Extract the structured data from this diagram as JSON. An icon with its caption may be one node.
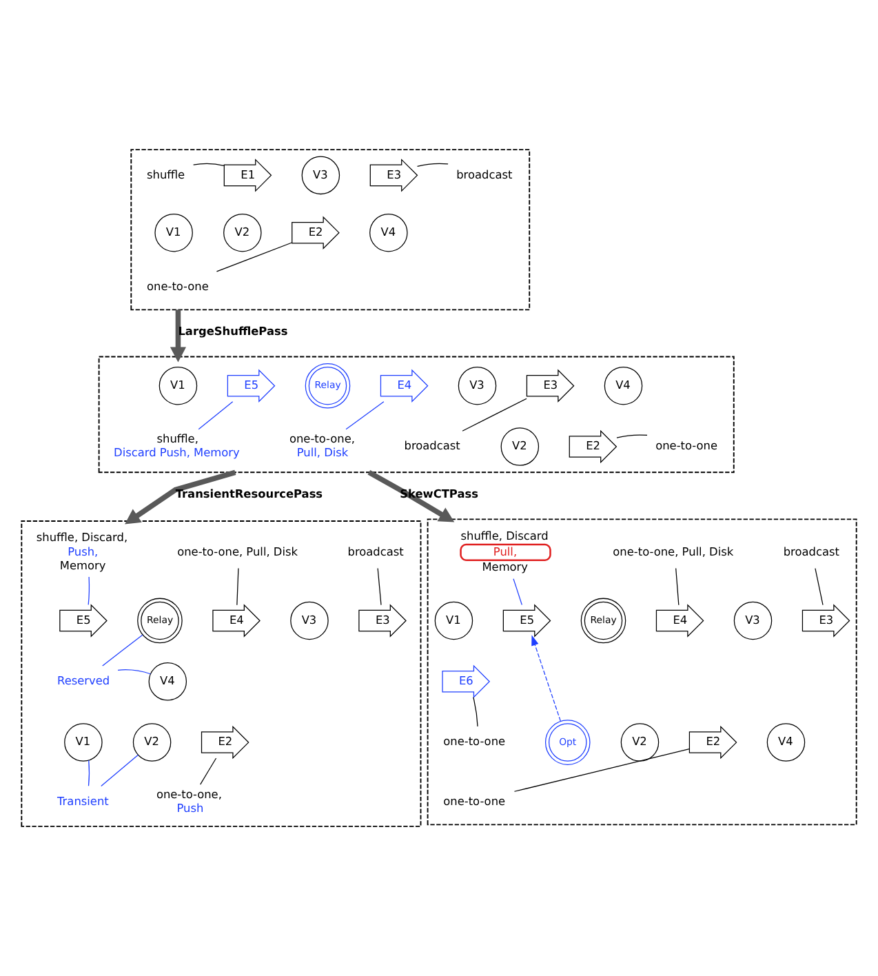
{
  "diagram": {
    "nodes": [
      {
        "text": [],
        "shape": "box"
      },
      {
        "text": [
          "shuffle"
        ],
        "in": 0
      },
      {
        "text": [
          "V3"
        ],
        "in": 0
      },
      {
        "text": [
          "broadcast"
        ],
        "in": 0
      },
      {
        "text": [
          "E1"
        ],
        "in": 0
      },
      {
        "text": [
          "E3"
        ],
        "in": 0
      },
      {
        "text": [
          "V1"
        ],
        "in": 0
      },
      {
        "text": [
          "V4"
        ],
        "in": 0
      },
      {
        "text": [
          "V2"
        ],
        "in": 0
      },
      {
        "text": [
          "E2"
        ],
        "in": 0
      },
      {
        "text": [
          "one-to-one"
        ],
        "in": 0
      },
      {
        "text": [],
        "shape": "box"
      },
      {
        "text": [
          "V1"
        ],
        "in": 11
      },
      {
        "text": [
          "E5"
        ],
        "in": 11
      },
      {
        "text": [
          "Relay"
        ],
        "in": 11
      },
      {
        "text": [
          "E4"
        ],
        "in": 11
      },
      {
        "text": [
          "V3"
        ],
        "in": 11
      },
      {
        "text": [
          "E3"
        ],
        "in": 11
      },
      {
        "text": [
          "V4"
        ],
        "in": 11
      },
      {
        "text": [
          "broadcast"
        ],
        "in": 11
      },
      {
        "text": [
          "E2"
        ],
        "in": 11
      },
      {
        "text": [
          "V2"
        ],
        "in": 11
      },
      {
        "text": [
          "one-to-one"
        ],
        "in": 11
      },
      {
        "text": [
          "shuffle,",
          "Discard Push, Memory"
        ],
        "in": 11
      },
      {
        "text": [
          "one-to-one,",
          "Pull, Disk"
        ],
        "in": 11
      },
      {
        "text": [],
        "shape": "box"
      },
      {
        "text": [
          "shuffle, Discard,",
          "Push,",
          "Memory"
        ],
        "in": 25
      },
      {
        "text": [
          "one-to-one, Pull, Disk"
        ],
        "in": 25
      },
      {
        "text": [
          "broadcast"
        ],
        "in": 25
      },
      {
        "text": [
          "Relay"
        ],
        "in": 25
      },
      {
        "text": [
          "E4"
        ],
        "in": 25
      },
      {
        "text": [
          "V3"
        ],
        "in": 25
      },
      {
        "text": [
          "E3"
        ],
        "in": 25
      },
      {
        "text": [
          "Reserved"
        ],
        "in": 25
      },
      {
        "text": [
          "E5"
        ],
        "in": 25
      },
      {
        "text": [
          "V4"
        ],
        "in": 25
      },
      {
        "text": [
          "E2"
        ],
        "in": 25
      },
      {
        "text": [
          "V1"
        ],
        "in": 25
      },
      {
        "text": [
          "V2"
        ],
        "in": 25
      },
      {
        "text": [
          "one-to-one,",
          "Push"
        ],
        "in": 25
      },
      {
        "text": [
          "Transient"
        ],
        "in": 25
      },
      {
        "text": [],
        "shape": "box"
      },
      {
        "text": [
          "shuffle, Discard",
          "Pull,",
          "Memory"
        ],
        "in": 41
      },
      {
        "text": [
          "one-to-one, Pull, Disk"
        ],
        "in": 41
      },
      {
        "text": [
          "broadcast"
        ],
        "in": 41
      },
      {
        "text": [
          "V1"
        ],
        "in": 41
      },
      {
        "text": [
          "E5"
        ],
        "in": 41
      },
      {
        "text": [
          "V3"
        ],
        "in": 41
      },
      {
        "text": [
          "E4"
        ],
        "in": 41
      },
      {
        "text": [
          "Relay"
        ],
        "in": 41
      },
      {
        "text": [
          "E6"
        ],
        "in": 41
      },
      {
        "text": [
          "E3"
        ],
        "in": 41
      },
      {
        "text": [
          "Opt"
        ],
        "in": 41
      },
      {
        "text": [
          "V2"
        ],
        "in": 41
      },
      {
        "text": [
          "E2"
        ],
        "in": 41
      },
      {
        "text": [
          "V4"
        ],
        "in": 41
      },
      {
        "text": [
          "one-to-one"
        ],
        "in": 41
      },
      {
        "text": [
          "one-to-one"
        ],
        "in": 41
      }
    ],
    "edges": [
      {
        "from": 1,
        "to": 4,
        "arrow": "none"
      },
      {
        "from": 3,
        "to": 5,
        "arrow": "none"
      },
      {
        "from": 10,
        "to": 9,
        "arrow": "none"
      },
      {
        "from": 0,
        "to": 11,
        "arrow": "to",
        "label": "LargeShufflePass",
        "style": "thick",
        "color": "#595959"
      },
      {
        "from": 23,
        "to": 13,
        "arrow": "none",
        "color": "#1f3fff"
      },
      {
        "from": 24,
        "to": 15,
        "arrow": "none",
        "color": "#1f3fff"
      },
      {
        "from": 19,
        "to": 17,
        "arrow": "none"
      },
      {
        "from": 22,
        "to": 20,
        "arrow": "none"
      },
      {
        "from": 11,
        "to": 25,
        "arrow": "to",
        "label": "TransientResourcePass",
        "style": "thick",
        "color": "#595959"
      },
      {
        "from": 11,
        "to": 41,
        "arrow": "to",
        "label": "SkewCTPass",
        "style": "thick",
        "color": "#595959"
      },
      {
        "from": 26,
        "to": 34,
        "arrow": "none",
        "color": "#1f3fff"
      },
      {
        "from": 27,
        "to": 30,
        "arrow": "none"
      },
      {
        "from": 28,
        "to": 32,
        "arrow": "none"
      },
      {
        "from": 33,
        "to": 29,
        "arrow": "none",
        "color": "#1f3fff"
      },
      {
        "from": 33,
        "to": 35,
        "arrow": "none",
        "color": "#1f3fff"
      },
      {
        "from": 40,
        "to": 37,
        "arrow": "none",
        "color": "#1f3fff"
      },
      {
        "from": 40,
        "to": 38,
        "arrow": "none",
        "color": "#1f3fff"
      },
      {
        "from": 39,
        "to": 36,
        "arrow": "none"
      },
      {
        "from": 42,
        "to": 46,
        "arrow": "none",
        "color": "#1f3fff"
      },
      {
        "from": 43,
        "to": 48,
        "arrow": "none"
      },
      {
        "from": 44,
        "to": 51,
        "arrow": "none"
      },
      {
        "from": 56,
        "to": 50,
        "arrow": "none"
      },
      {
        "from": 57,
        "to": 54,
        "arrow": "none"
      },
      {
        "from": 52,
        "to": 46,
        "arrow": "to",
        "style": "dashed",
        "color": "#1f3fff"
      }
    ]
  }
}
